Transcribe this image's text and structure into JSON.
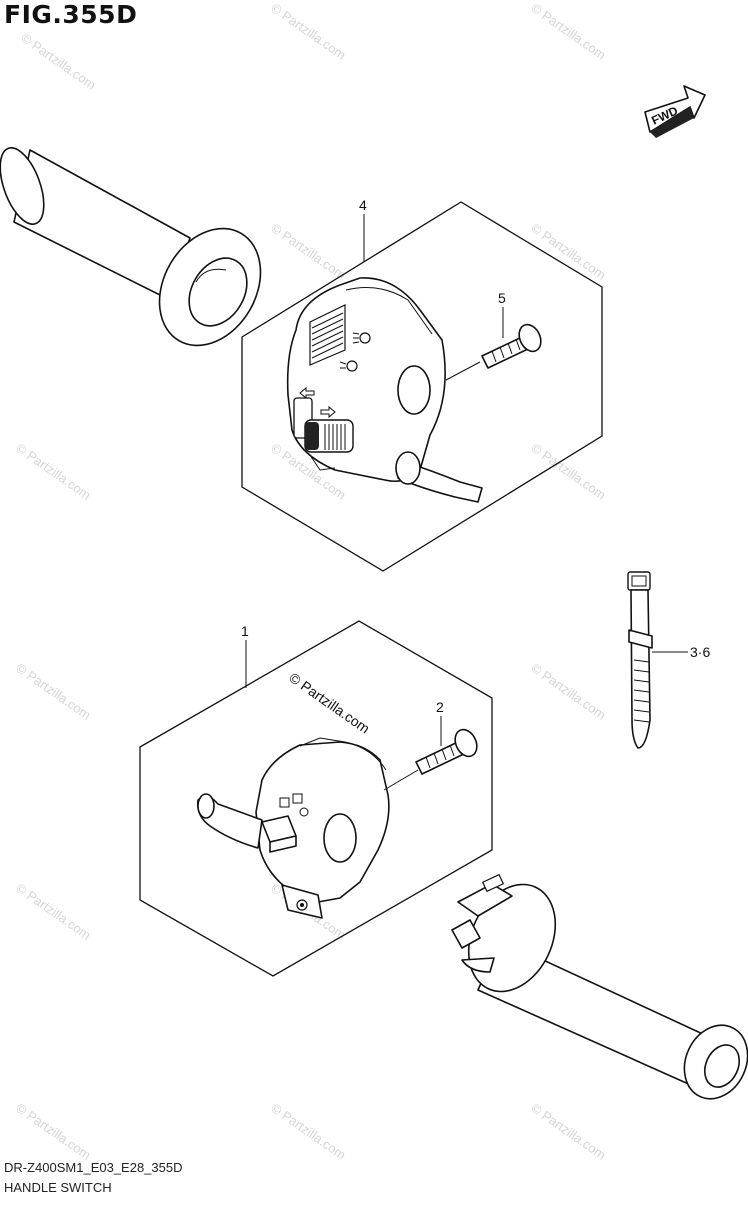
{
  "figure": {
    "title": "FIG.355D",
    "model_code": "DR-Z400SM1_E03_E28_355D",
    "section_name": "HANDLE SWITCH",
    "direction_label": "FWD"
  },
  "callouts": {
    "part_4": "4",
    "part_5": "5",
    "part_1": "1",
    "part_2": "2",
    "part_3_6": "3·6"
  },
  "watermark": {
    "copyright_label": "© Partzilla.com",
    "repeat_text": "© Partzilla.com"
  }
}
